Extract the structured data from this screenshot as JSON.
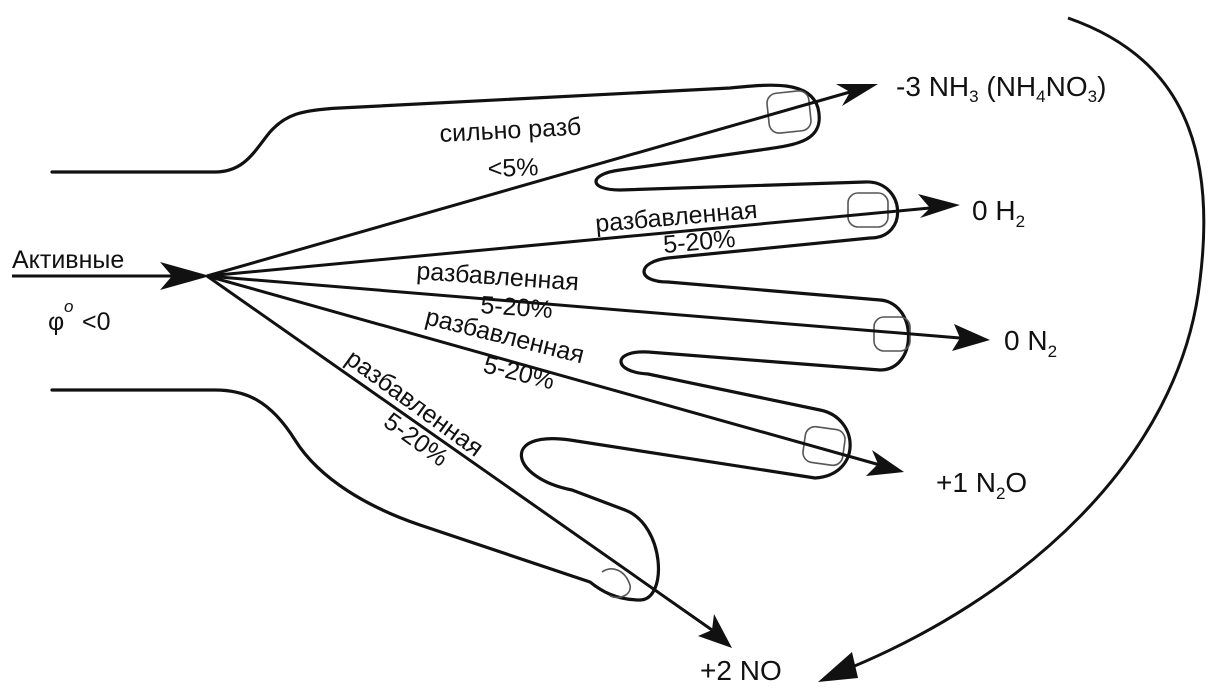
{
  "source": {
    "label": "Активные",
    "potential_symbol": "φ",
    "potential_superscript": "o",
    "potential_condition": "<0"
  },
  "branches": [
    {
      "id": "nh3",
      "conc_label": "сильно разб",
      "conc_range": "<5%",
      "oxidation_state": "-3",
      "product_main": "NH",
      "product_sub": "3",
      "product_extra_prefix": " (NH",
      "product_extra_sub1": "4",
      "product_extra_mid": "NO",
      "product_extra_sub2": "3",
      "product_extra_suffix": ")"
    },
    {
      "id": "h2",
      "conc_label": "разбавленная",
      "conc_range": "5-20%",
      "oxidation_state": "0",
      "product_main": "H",
      "product_sub": "2"
    },
    {
      "id": "n2",
      "conc_label": "разбавленная",
      "conc_range": "5-20%",
      "oxidation_state": "0",
      "product_main": "N",
      "product_sub": "2"
    },
    {
      "id": "n2o",
      "conc_label": "разбавленная",
      "conc_range": "5-20%",
      "oxidation_state": "+1",
      "product_main": "N",
      "product_sub": "2",
      "product_tail": "O"
    },
    {
      "id": "no",
      "conc_label": "разбавленная",
      "conc_range": "5-20%",
      "oxidation_state": "+2",
      "product_main": "NO"
    }
  ]
}
